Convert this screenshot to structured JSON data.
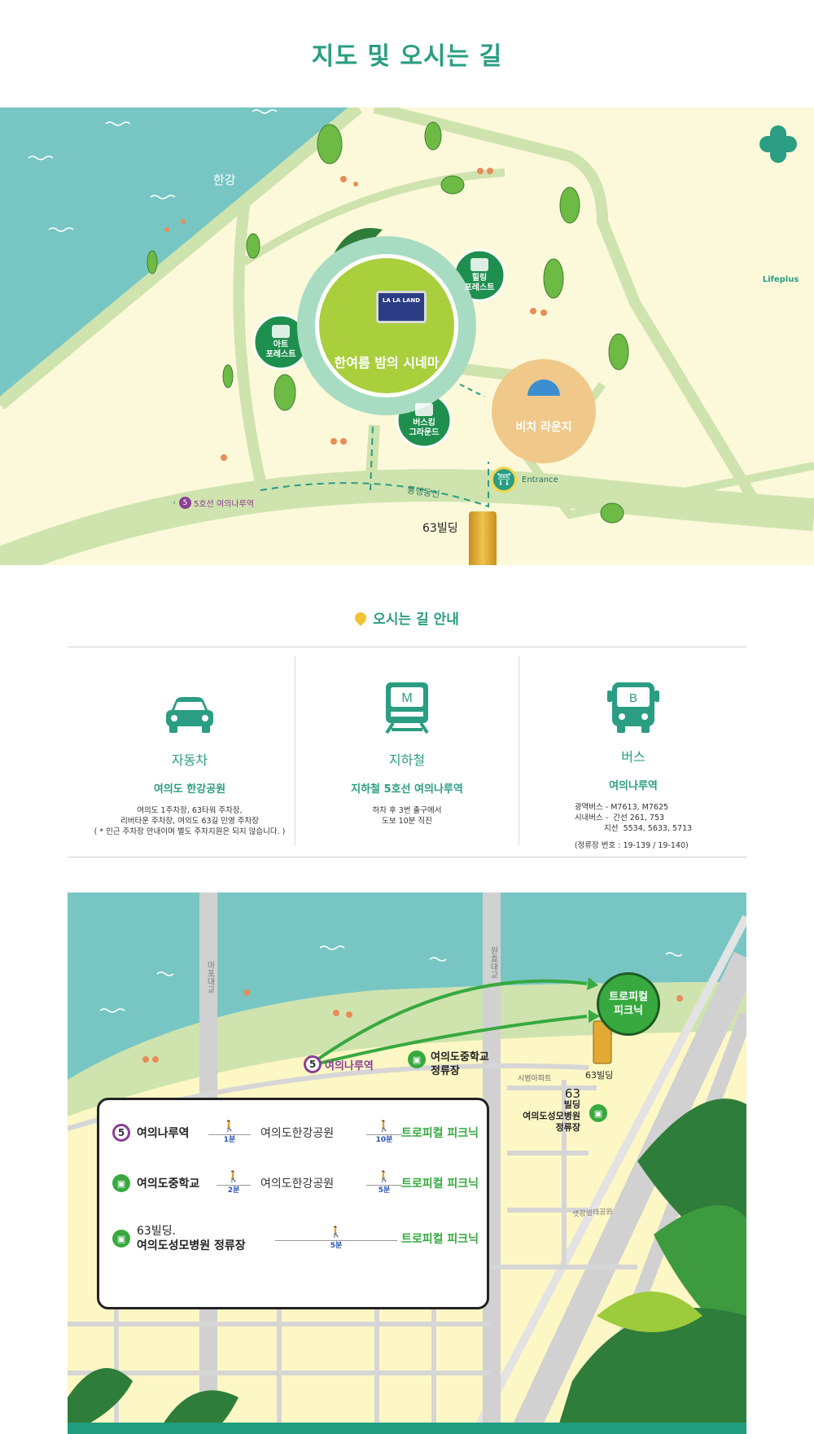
{
  "page_title": "지도 및 오시는 길",
  "top_map": {
    "river": "한강",
    "brand": "Lifeplus",
    "zones": {
      "cinema": "한여름 밤의 시네마",
      "art_forest": [
        "아트",
        "포레스트"
      ],
      "healing_forest": [
        "힐링",
        "포레스트"
      ],
      "busking_ground": [
        "버스킹",
        "그라운드"
      ],
      "beach_lounge": "비치 라운지"
    },
    "screen_text": "LA LA LAND",
    "entrance": "Entrance",
    "traffic_line": "통행동선",
    "subway_badge_num": "5",
    "subway_badge_text": "5호선 여의나루역",
    "building": "63빌딩"
  },
  "directions": {
    "title": "오시는 길 안내",
    "car": {
      "icon": "car-icon",
      "name": "자동차",
      "sub": "여의도 한강공원",
      "lines": [
        "여의도 1주차장, 63타워 주차장,",
        "리버타운 주차장, 여의도 63길 민영 주차장",
        "( * 인근 주차장 안내이며 별도 주차지원은 되지 않습니다. )"
      ]
    },
    "subway": {
      "icon": "subway-icon",
      "icon_letter": "M",
      "name": "지하철",
      "sub": "지하철 5호선 여의나루역",
      "lines": [
        "하차 후 3번 출구에서",
        "도보 10분 직진"
      ]
    },
    "bus": {
      "icon": "bus-icon",
      "icon_letter": "B",
      "name": "버스",
      "sub": "여의나루역",
      "lines": [
        "광역버스 - M7613, M7625",
        "시내버스 -  간선 261, 753",
        "            지선  5534, 5633, 5713"
      ],
      "note": "(정류장 번호 : 19-139 / 19-140)"
    }
  },
  "bottom_map": {
    "bridge_left": "마포대교",
    "bridge_right": "원효대교",
    "station": "여의나루역",
    "station_num": "5",
    "bus_stop": [
      "여의도중학교",
      "정류장"
    ],
    "apartment": "시범아파트",
    "building_label": "63빌딩",
    "hospital_stop": [
      "63",
      "빌딩",
      "여의도성모병원",
      "정류장"
    ],
    "park": "샛강생태공원",
    "destination": [
      "트로피컬",
      "피크닉"
    ],
    "routes": [
      {
        "start": "여의나루역",
        "start_badge": "5",
        "seg1": "1분",
        "mid": "여의도한강공원",
        "seg2": "10분",
        "dest": "트로피컬 피크닉"
      },
      {
        "start": "여의도중학교",
        "seg1": "2분",
        "mid": "여의도한강공원",
        "seg2": "5분",
        "dest": "트로피컬 피크닉"
      },
      {
        "start": [
          "63빌딩.",
          "여의도성모병원 정류장"
        ],
        "seg1": "5분",
        "dest": "트로피컬 피크닉"
      }
    ]
  },
  "colors": {
    "accent": "#2a9d82",
    "river": "#78c6c4",
    "land": "#fcf9da",
    "road": "#cfe3ae",
    "subway_purple": "#8b3f95",
    "bus_green": "#37a93f"
  }
}
